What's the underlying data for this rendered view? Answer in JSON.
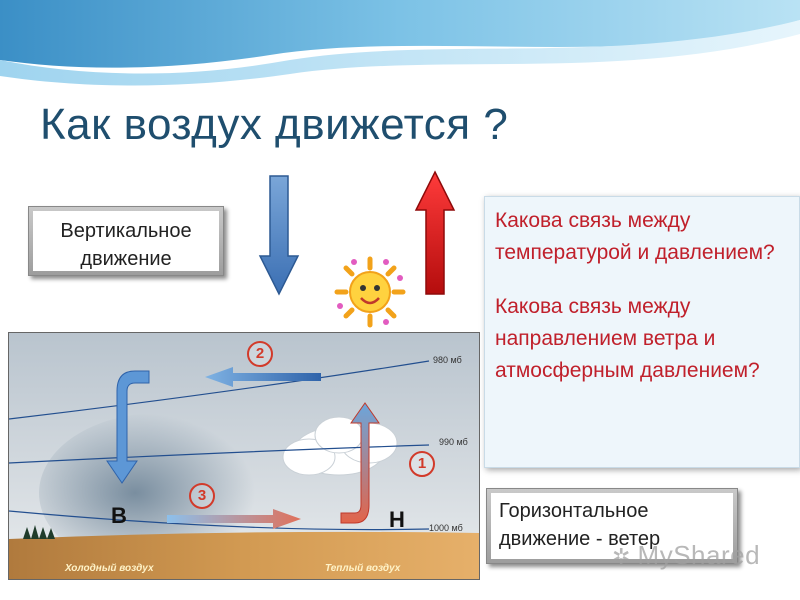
{
  "slide": {
    "title": "Как воздух движется ?",
    "vertical_label": "Вертикальное движение",
    "question1": "Какова связь между температурой и давлением?",
    "question2": "Какова связь между направлением ветра и атмосферным давлением?",
    "horizontal_label": "Горизонтальное движение - ветер",
    "watermark": "MyShared"
  },
  "diagram": {
    "isobars": [
      "980 мб",
      "990 мб",
      "1000 мб"
    ],
    "steps": [
      "1",
      "2",
      "3"
    ],
    "high_label": "В",
    "low_label": "Н",
    "cold_label": "Холодный воздух",
    "warm_label": "Теплый воздух"
  },
  "colors": {
    "title": "#1f4e6e",
    "question": "#c0202b",
    "down_arrow": "#4a7fc0",
    "up_arrow": "#d81a1a",
    "wave_top": "#5aa8d6"
  }
}
